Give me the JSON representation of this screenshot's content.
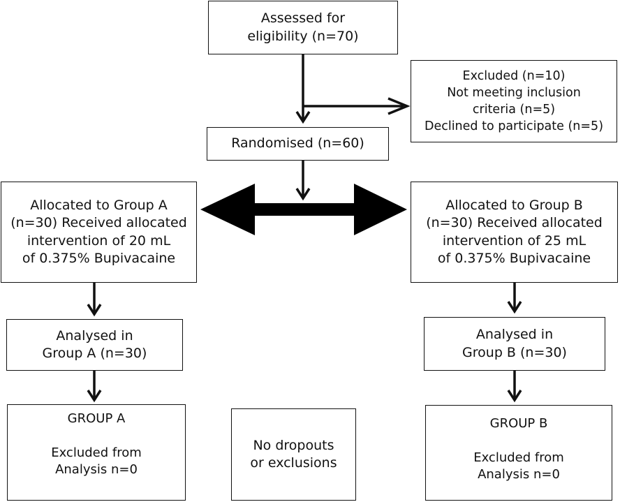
{
  "assessed": {
    "line1": "Assessed for",
    "line2": "eligibility (n=70)"
  },
  "excluded": {
    "line1": "Excluded (n=10)",
    "line2": "Not meeting inclusion",
    "line3": "criteria (n=5)",
    "line4": "Declined to participate (n=5)"
  },
  "randomised": {
    "label": "Randomised (n=60)"
  },
  "group_a_allocation": {
    "line1": "Allocated to Group A",
    "line2": "(n=30) Received allocated",
    "line3": "intervention of 20 mL",
    "line4": "of 0.375% Bupivacaine"
  },
  "group_b_allocation": {
    "line1": "Allocated to Group B",
    "line2": "(n=30) Received allocated",
    "line3": "intervention of 25 mL",
    "line4": "of 0.375% Bupivacaine"
  },
  "group_a_analysed": {
    "line1": "Analysed in",
    "line2": "Group A (n=30)"
  },
  "group_b_analysed": {
    "line1": "Analysed in",
    "line2": "Group B (n=30)"
  },
  "group_a_result": {
    "title": "GROUP A",
    "line1": "Excluded from",
    "line2": "Analysis n=0"
  },
  "group_b_result": {
    "title": "GROUP B",
    "line1": "Excluded from",
    "line2": "Analysis n=0"
  },
  "no_dropouts": {
    "line1": "No dropouts",
    "line2": "or exclusions"
  }
}
